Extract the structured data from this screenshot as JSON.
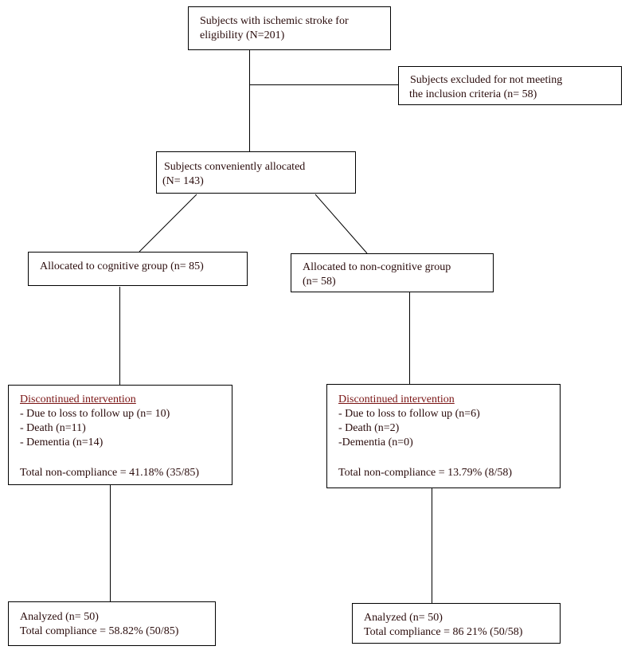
{
  "flowchart": {
    "eligibility": {
      "line1": "Subjects with ischemic stroke for",
      "line2": "eligibility (N=201)"
    },
    "excluded": {
      "line1": "Subjects excluded for not meeting",
      "line2": "the inclusion criteria (n= 58)"
    },
    "allocated": {
      "line1": "Subjects conveniently allocated",
      "line2": "(N= 143)"
    },
    "cognitive": {
      "line1": "Allocated to cognitive group (n= 85)"
    },
    "non_cognitive": {
      "line1": "Allocated to non-cognitive group",
      "line2": "(n= 58)"
    },
    "discontinued_cognitive": {
      "heading": "Discontinued intervention",
      "items": [
        "- Due to loss to follow up (n= 10)",
        "- Death (n=11)",
        "- Dementia (n=14)"
      ],
      "total": "Total non-compliance = 41.18% (35/85)"
    },
    "discontinued_non_cognitive": {
      "heading": "Discontinued intervention",
      "items": [
        "- Due to loss to follow up (n=6)",
        "- Death (n=2)",
        "-Dementia (n=0)"
      ],
      "total": "Total non-compliance = 13.79% (8/58)"
    },
    "analyzed_cognitive": {
      "line1": "Analyzed (n= 50)",
      "line2": "Total compliance = 58.82% (50/85)"
    },
    "analyzed_non_cognitive": {
      "line1": "Analyzed (n= 50)",
      "line2": "Total compliance = 86 21% (50/58)"
    }
  }
}
